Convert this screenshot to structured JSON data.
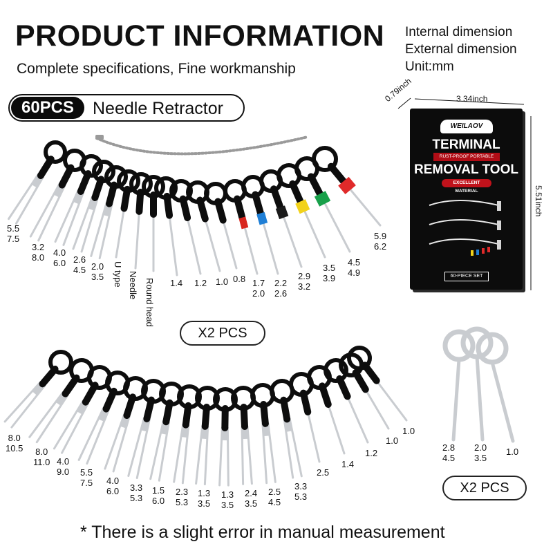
{
  "header": {
    "title": "PRODUCT INFORMATION",
    "subtitle": "Complete specifications, Fine workmanship",
    "legend": [
      "Internal dimension",
      "External dimension",
      "Unit:mm"
    ]
  },
  "badge": {
    "count": "60PCS",
    "label": "Needle Retractor"
  },
  "row1": {
    "labels": [
      {
        "a": "5.5",
        "b": "7.5"
      },
      {
        "a": "3.2",
        "b": "8.0"
      },
      {
        "a": "4.0",
        "b": "6.0"
      },
      {
        "a": "2.6",
        "b": "4.5"
      },
      {
        "a": "2.0",
        "b": "3.5"
      },
      {
        "a": "1.4",
        "b": ""
      },
      {
        "a": "1.2",
        "b": ""
      },
      {
        "a": "1.0",
        "b": ""
      },
      {
        "a": "0.8",
        "b": ""
      },
      {
        "a": "1.7",
        "b": "2.0"
      },
      {
        "a": "2.2",
        "b": "2.6"
      },
      {
        "a": "2.9",
        "b": "3.2"
      },
      {
        "a": "3.5",
        "b": "3.9"
      },
      {
        "a": "4.5",
        "b": "4.9"
      },
      {
        "a": "5.9",
        "b": "6.2"
      }
    ],
    "vertical_labels": [
      "U type",
      "Needle",
      "Round head"
    ],
    "pill": "X2 PCS"
  },
  "row2": {
    "labels": [
      {
        "a": "8.0",
        "b": "10.5"
      },
      {
        "a": "8.0",
        "b": "11.0"
      },
      {
        "a": "4.0",
        "b": "9.0"
      },
      {
        "a": "5.5",
        "b": "7.5"
      },
      {
        "a": "4.0",
        "b": "6.0"
      },
      {
        "a": "3.3",
        "b": "5.3"
      },
      {
        "a": "1.5",
        "b": "6.0"
      },
      {
        "a": "2.3",
        "b": "5.3"
      },
      {
        "a": "1.3",
        "b": "3.5"
      },
      {
        "a": "1.3",
        "b": "3.5"
      },
      {
        "a": "2.4",
        "b": "3.5"
      },
      {
        "a": "2.5",
        "b": "4.5"
      },
      {
        "a": "3.3",
        "b": "5.3"
      },
      {
        "a": "2.5",
        "b": ""
      },
      {
        "a": "1.4",
        "b": ""
      },
      {
        "a": "1.2",
        "b": ""
      },
      {
        "a": "1.0",
        "b": ""
      },
      {
        "a": "1.0",
        "b": ""
      }
    ]
  },
  "rings": {
    "labels": [
      {
        "a": "2.8",
        "b": "4.5"
      },
      {
        "a": "2.0",
        "b": "3.5"
      },
      {
        "a": "1.0",
        "b": ""
      }
    ],
    "pill": "X2 PCS"
  },
  "box": {
    "brand": "WEILAOV",
    "title_line1": "TERMINAL",
    "subtitle": "RUST-PROOF PORTABLE",
    "title_line2": "REMOVAL TOOL",
    "material_badge": "EXCELLENT MATERIAL",
    "set_label": "60-PIECE SET",
    "depth": "0.79inch",
    "width": "3.34inch",
    "height": "5.51inch"
  },
  "colors": {
    "handle": "#0d0d0d",
    "metal": "#c9ccd0",
    "caps": [
      "#d8261e",
      "#1f7fd6",
      "#1a1a1a",
      "#f2d21a",
      "#18a04a",
      "#e02a2a"
    ]
  },
  "footnote": "* There is a slight error in manual measurement"
}
